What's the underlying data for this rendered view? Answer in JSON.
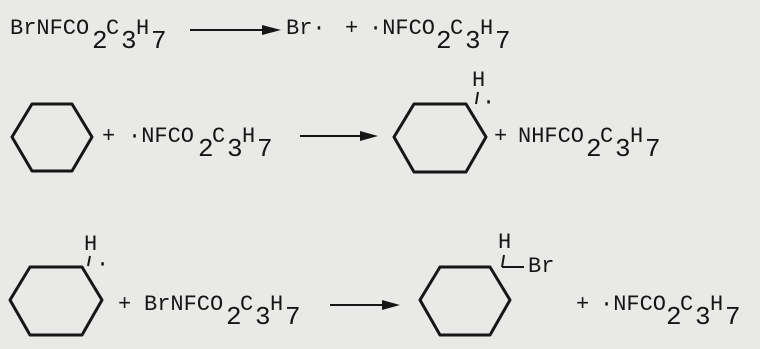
{
  "reaction_1": {
    "reactant": "BrNFCO",
    "reactant_sub1": "2",
    "reactant_c": "C",
    "reactant_sub2": "3",
    "reactant_h": "H",
    "reactant_sub3": "7",
    "product_1": "Br·",
    "plus": "+",
    "product_2": "·NFCO",
    "product_2_sub1": "2",
    "product_2_c": "C",
    "product_2_sub2": "3",
    "product_2_h": "H",
    "product_2_sub3": "7"
  },
  "reaction_2": {
    "plus_1": "+",
    "reagent": "·NFCO",
    "reagent_sub1": "2",
    "reagent_c": "C",
    "reagent_sub2": "3",
    "reagent_h": "H",
    "reagent_sub3": "7",
    "radical_h": "H",
    "radical_dot": "·",
    "plus_2": "+",
    "byproduct": "NHFCO",
    "byproduct_sub1": "2",
    "byproduct_c": "C",
    "byproduct_sub2": "3",
    "byproduct_h": "H",
    "byproduct_sub3": "7"
  },
  "reaction_3": {
    "radical_h": "H",
    "radical_dot": "·",
    "plus_1": "+",
    "reagent": "BrNFCO",
    "reagent_sub1": "2",
    "reagent_c": "C",
    "reagent_sub2": "3",
    "reagent_h": "H",
    "reagent_sub3": "7",
    "product_h": "H",
    "product_br": "Br",
    "plus_2": "+",
    "byproduct": "·NFCO",
    "byproduct_sub1": "2",
    "byproduct_c": "C",
    "byproduct_sub2": "3",
    "byproduct_h": "H",
    "byproduct_sub3": "7"
  }
}
